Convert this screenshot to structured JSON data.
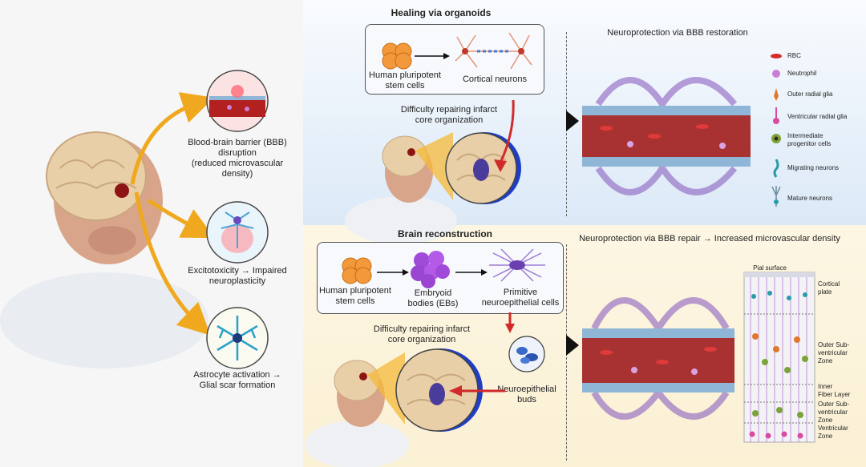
{
  "left": {
    "bbb_label": "Blood-brain barrier (BBB)\ndisruption\n(reduced microvascular\ndensity)",
    "excito_label": "Excitotoxicity → Impaired\nneuroplasticity",
    "astro_label": "Astrocyte activation →\nGlial scar formation"
  },
  "top": {
    "title": "Healing via organoids",
    "hpsc": "Human pluripotent\nstem cells",
    "cortical": "Cortical neurons",
    "difficulty": "Difficulty repairing infarct\ncore organization",
    "right_title": "Neuroprotection via BBB restoration"
  },
  "legend": [
    {
      "label": "RBC",
      "icon": "rbc-icon",
      "color": "#d62a2a"
    },
    {
      "label": "Neutrophil",
      "icon": "neutrophil-icon",
      "color": "#c97fd6"
    },
    {
      "label": "Outer radial glia",
      "icon": "outer-radial-glia-icon",
      "color": "#e0772a"
    },
    {
      "label": "Ventricular radial glia",
      "icon": "ventricular-radial-glia-icon",
      "color": "#d94aa0"
    },
    {
      "label": "Intermediate\nprogenitor cells",
      "icon": "intermediate-progenitor-icon",
      "color": "#7aa43a"
    },
    {
      "label": "Migrating neurons",
      "icon": "migrating-neuron-icon",
      "color": "#2a9aa8"
    },
    {
      "label": "Mature neurons",
      "icon": "mature-neuron-icon",
      "color": "#6a8a9a"
    }
  ],
  "bottom": {
    "title": "Brain reconstruction",
    "hpsc": "Human pluripotent\nstem cells",
    "ebs": "Embryoid\nbodies (EBs)",
    "primitive": "Primitive\nneuroepithelial cells",
    "difficulty": "Difficulty repairing infarct\ncore organization",
    "buds": "Neuroepithelial\nbuds",
    "right_title": "Neuroprotection via BBB repair → Increased microvascular density",
    "pial": "Pial surface",
    "layers": [
      "Cortical\nplate",
      "Outer Sub-\nventricular\nZone",
      "Inner\nFiber Layer",
      "Outer Sub-\nventricular\nZone",
      "Ventricular\nZone"
    ]
  }
}
